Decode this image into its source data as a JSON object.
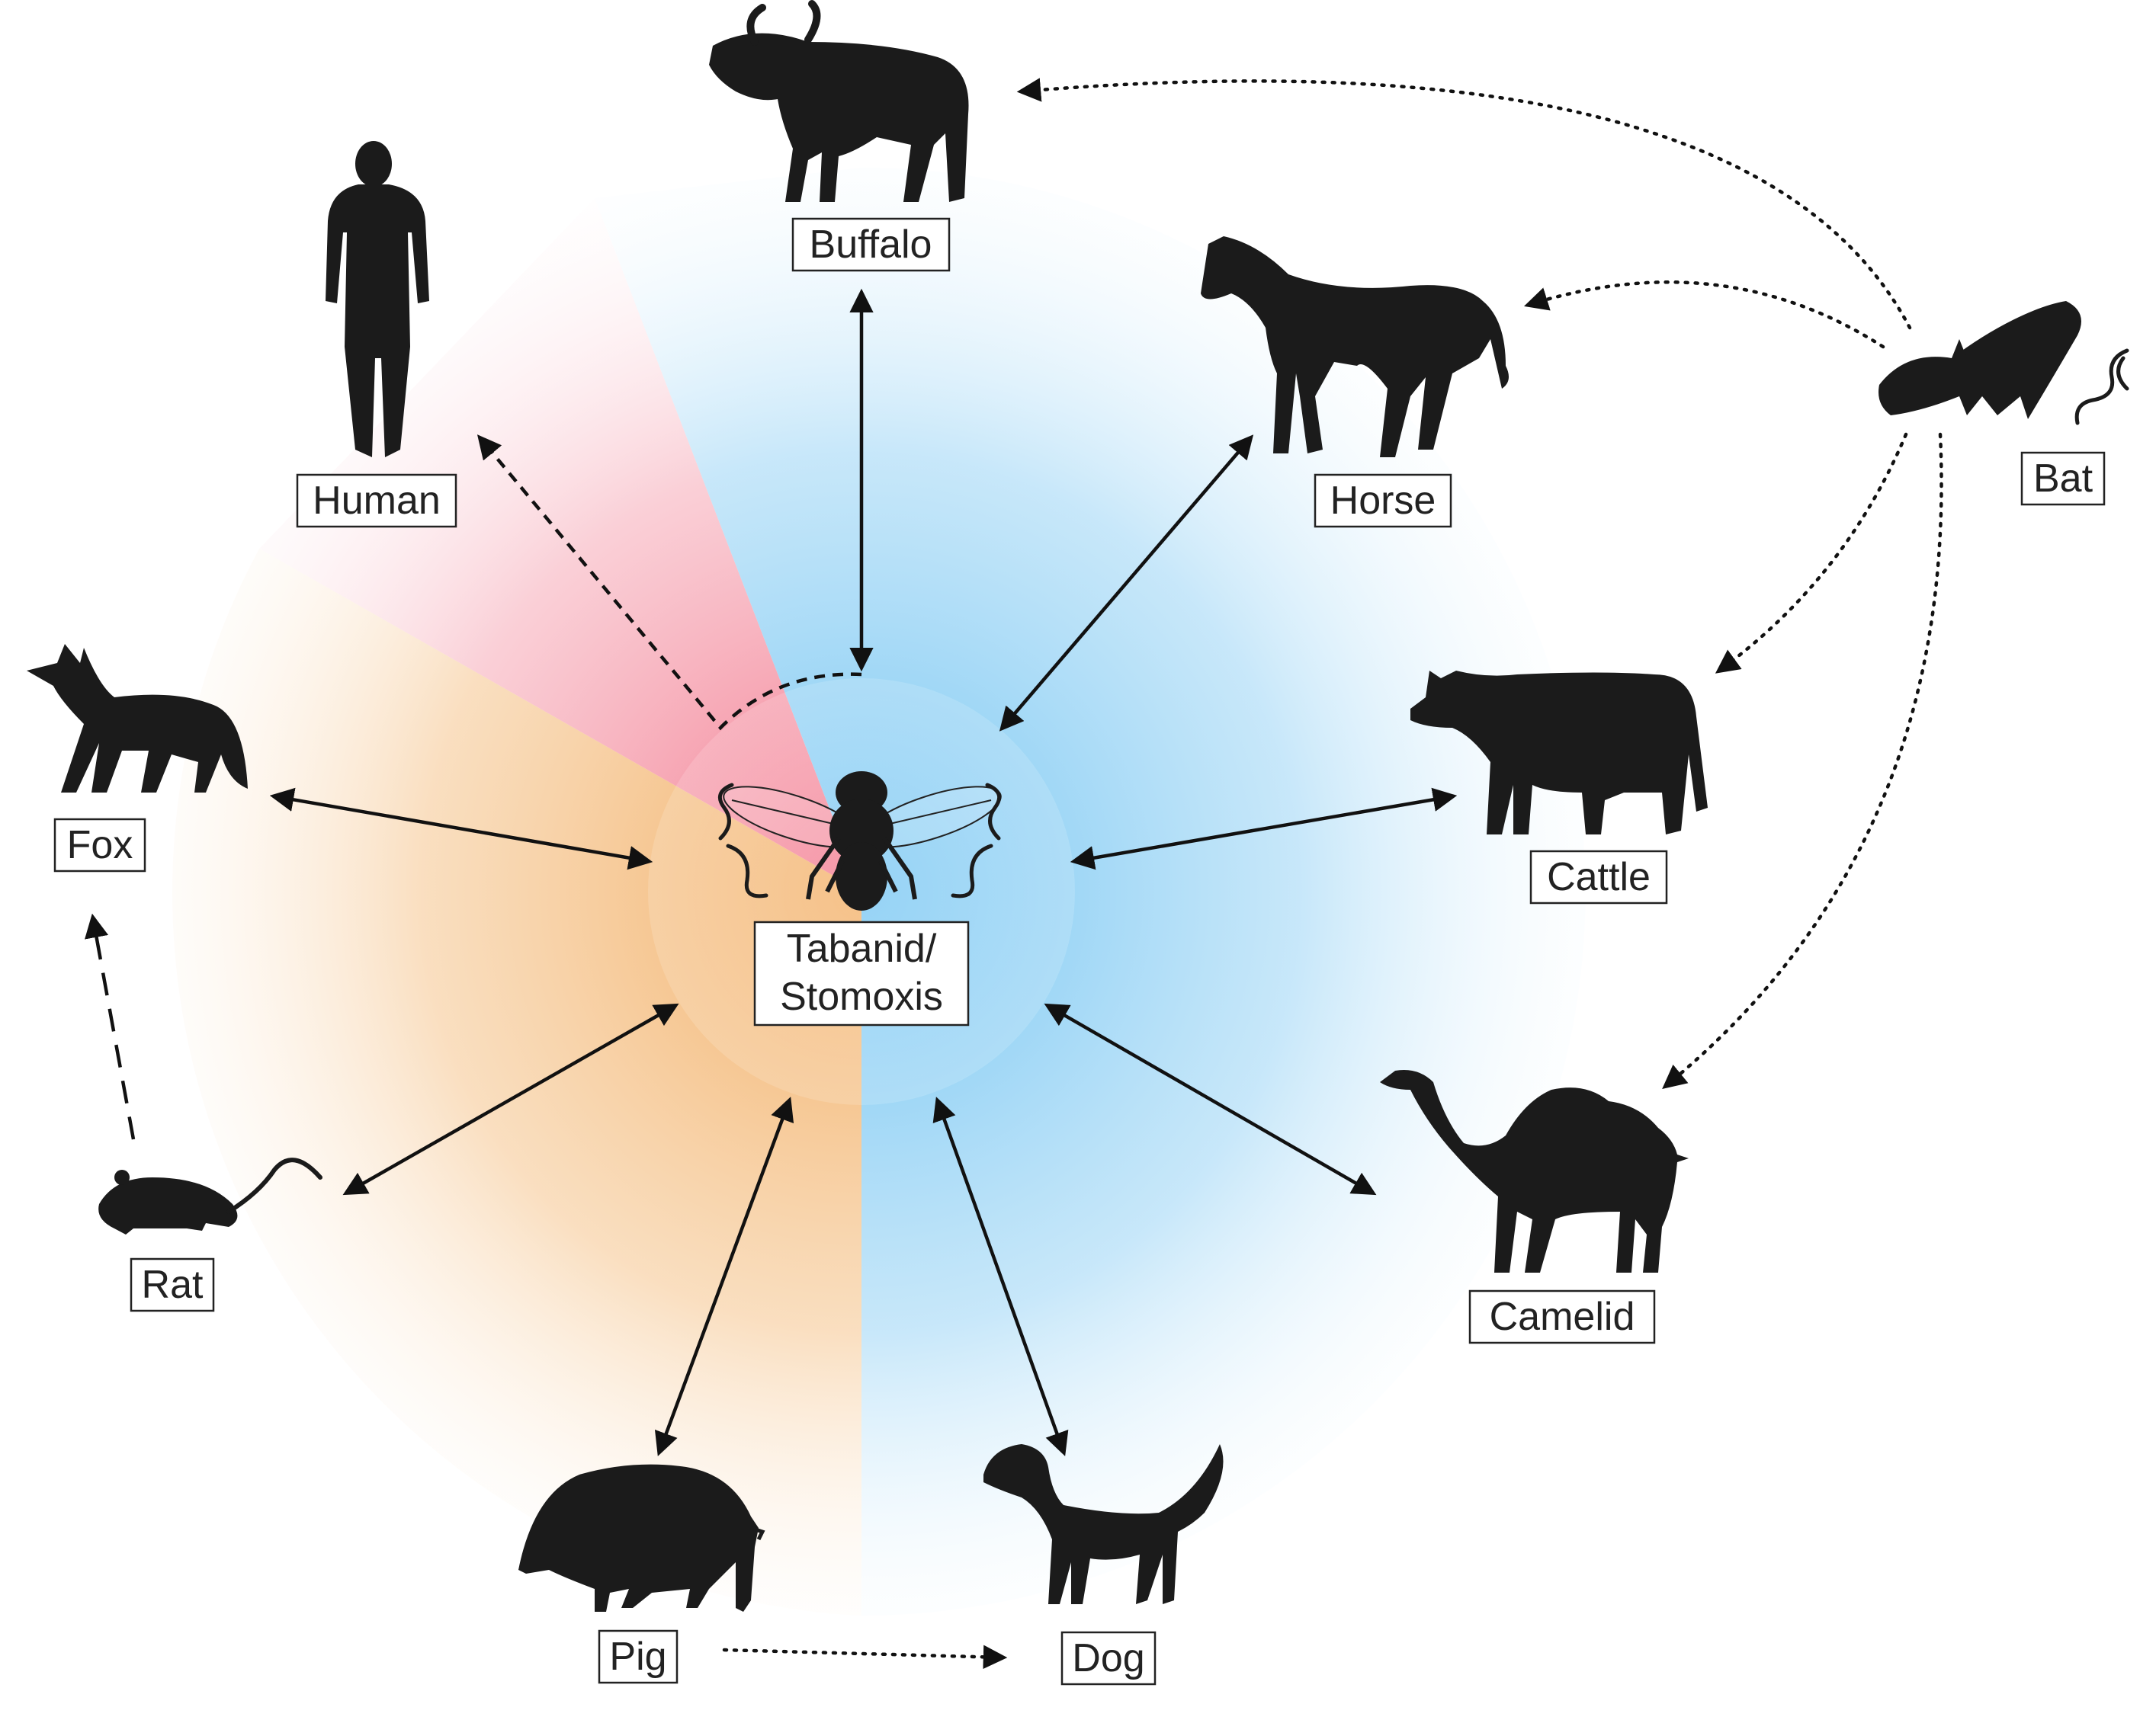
{
  "center": {
    "line1": "Tabanid/",
    "line2": "Stomoxis"
  },
  "nodes": {
    "buffalo": "Buffalo",
    "human": "Human",
    "horse": "Horse",
    "bat": "Bat",
    "fox": "Fox",
    "cattle": "Cattle",
    "rat": "Rat",
    "camelid": "Camelid",
    "pig": "Pig",
    "dog": "Dog"
  },
  "sector_colors": {
    "human": "#f26d84",
    "wild": "#f2a95a",
    "domestic": "#6cc2f2"
  }
}
